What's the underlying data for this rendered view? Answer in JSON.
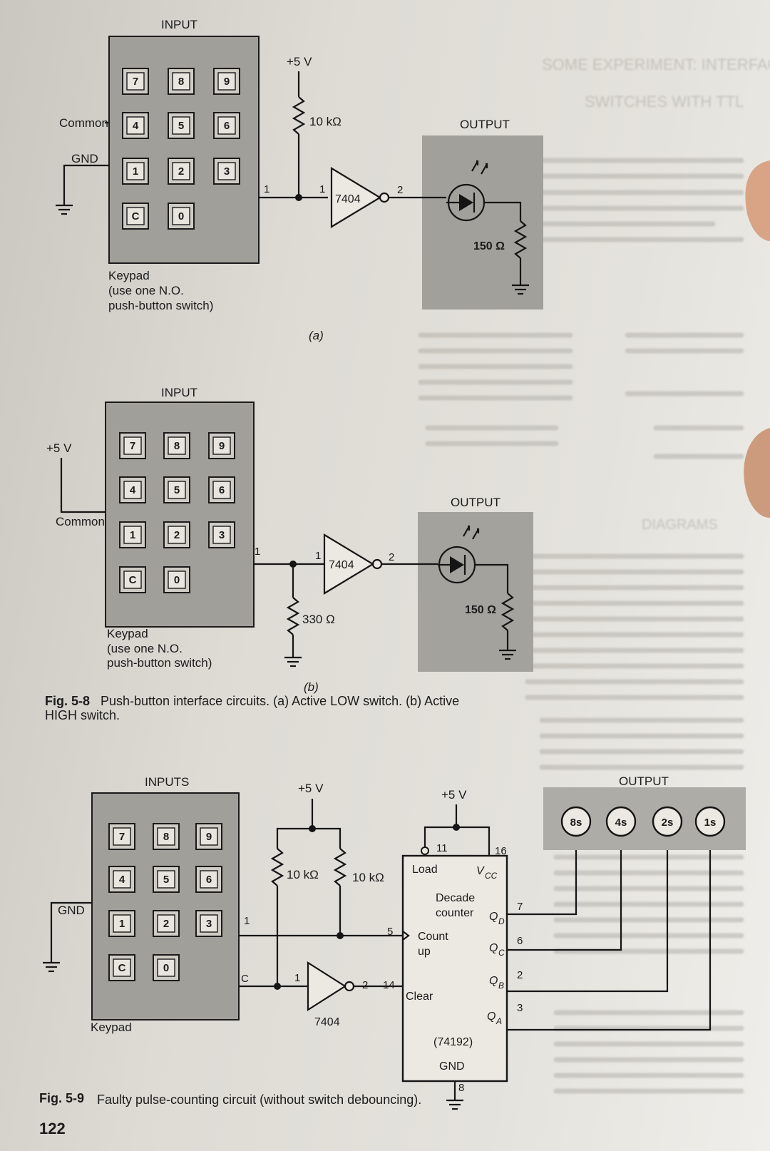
{
  "fig_a": {
    "input_label": "INPUT",
    "output_label": "OUTPUT",
    "common": "Common",
    "gnd": "GND",
    "vcc": "+5 V",
    "pullup": "10 kΩ",
    "gate": "7404",
    "pin_in": "1",
    "pin_in2": "1",
    "pin_out": "2",
    "led_res": "150 Ω",
    "keys": [
      "7",
      "8",
      "9",
      "4",
      "5",
      "6",
      "1",
      "2",
      "3",
      "C",
      "0"
    ],
    "keypad_note": [
      "Keypad",
      "(use one N.O.",
      "push-button switch)"
    ],
    "sub": "(a)"
  },
  "fig_b": {
    "input_label": "INPUT",
    "output_label": "OUTPUT",
    "vcc": "+5 V",
    "common": "Common",
    "pulldown": "330 Ω",
    "gate": "7404",
    "pin_in": "1",
    "pin_in2": "1",
    "pin_out": "2",
    "led_res": "150 Ω",
    "keys": [
      "7",
      "8",
      "9",
      "4",
      "5",
      "6",
      "1",
      "2",
      "3",
      "C",
      "0"
    ],
    "keypad_note": [
      "Keypad",
      "(use one N.O.",
      "push-button switch)"
    ],
    "sub": "(b)"
  },
  "caption_58": {
    "bold": "Fig. 5-8",
    "line1": "Push-button interface circuits. (a) Active LOW switch. (b) Active",
    "line2": "HIGH switch."
  },
  "fig_59": {
    "inputs": "INPUTS",
    "output": "OUTPUT",
    "keypad": "Keypad",
    "gnd": "GND",
    "vcc1": "+5 V",
    "vcc2": "+5 V",
    "r1": "10 kΩ",
    "r2": "10 kΩ",
    "gate": "7404",
    "keys": [
      "7",
      "8",
      "9",
      "4",
      "5",
      "6",
      "1",
      "2",
      "3",
      "C",
      "0"
    ],
    "pin_1": "1",
    "pin_c": "C",
    "inv_in": "1",
    "inv_out": "2",
    "pin_5": "5",
    "pin_14": "14",
    "pin_11": "11",
    "pin_16": "16",
    "pin_7": "7",
    "pin_6": "6",
    "pin_2": "2",
    "pin_3": "3",
    "pin_8": "8",
    "load": "Load",
    "vcc_pin": "V",
    "vcc_sub": "CC",
    "decade": "Decade",
    "counter": "counter",
    "count": "Count",
    "up": "up",
    "clear": "Clear",
    "part": "(74192)",
    "chip_gnd": "GND",
    "qd": "Q",
    "qd_sub": "D",
    "qc": "Q",
    "qc_sub": "C",
    "qb": "Q",
    "qb_sub": "B",
    "qa": "Q",
    "qa_sub": "A",
    "leds": [
      "8s",
      "4s",
      "2s",
      "1s"
    ]
  },
  "caption_59": {
    "bold": "Fig. 5-9",
    "text": "Faulty pulse-counting circuit (without switch debouncing)."
  },
  "page_number": "122",
  "bleed": {
    "heading1": "SOME EXPERIMENT: INTERFACING",
    "heading2": "SWITCHES WITH TTL",
    "heading3": "DIAGRAMS"
  }
}
